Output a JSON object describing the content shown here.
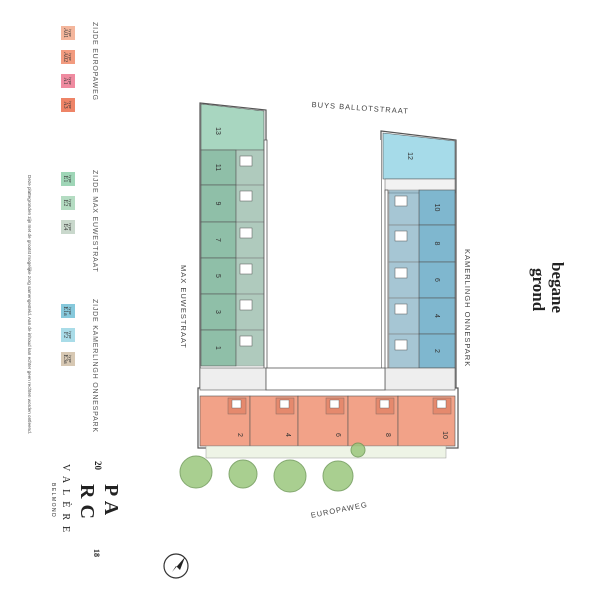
{
  "title": {
    "line1": "begane",
    "line2": "grond"
  },
  "streets": {
    "north": "BUYS BALLOTSTRAAT",
    "west": "MAX EUWESTRAAT",
    "east": "KAMERLINGH ONNESPARK",
    "south": "EUROPAWEG"
  },
  "legend": {
    "groups": [
      {
        "title": "ZIJDE EUROPAWEG",
        "items": [
          {
            "type": "type",
            "code": "A01",
            "color": "#f4b69c"
          },
          {
            "type": "type",
            "code": "A02",
            "color": "#f29b7f"
          },
          {
            "type": "type",
            "code": "A1",
            "color": "#ef8ba0"
          },
          {
            "type": "type",
            "code": "A3",
            "color": "#ee8467"
          }
        ]
      },
      {
        "title": "ZIJDE MAX EUWESTRAAT",
        "items": [
          {
            "type": "type",
            "code": "E1",
            "color": "#9fd6b7"
          },
          {
            "type": "type",
            "code": "E2",
            "color": "#b4dcc2"
          },
          {
            "type": "type",
            "code": "E4",
            "color": "#c9d8cc"
          }
        ]
      },
      {
        "title": "ZIJDE KAMERLINGH ONNESPARK",
        "items": [
          {
            "type": "type",
            "code": "E1a",
            "color": "#86c9dc"
          },
          {
            "type": "type",
            "code": "F2",
            "color": "#a9dce8"
          },
          {
            "type": "type",
            "code": "E3a",
            "color": "#d7c8b3"
          }
        ]
      }
    ]
  },
  "disclaimer": "Deze plattegronden zijn met de grootst mogelijke zorg samengesteld. Aan de inhoud kan echter geen rechten worden ontleend.",
  "logo": {
    "num_left": "20",
    "num_right": "18",
    "line1": "PA",
    "line2": "RC",
    "line3": "VALÈRE",
    "sub": "BELMOND"
  },
  "units": {
    "west": [
      "13",
      "11",
      "9",
      "7",
      "5",
      "3",
      "1"
    ],
    "east": [
      "12",
      "10",
      "8",
      "6",
      "4",
      "2"
    ],
    "south": [
      "2",
      "4",
      "6",
      "8",
      "10"
    ]
  },
  "colors": {
    "west": "#8fbfa8",
    "west_dark": "#6e9f88",
    "west_top": "#a8d6c0",
    "east": "#7fb7cf",
    "east_dark": "#5f98b2",
    "east_top": "#a6dbe9",
    "south": "#f2a288",
    "south_dark": "#e07f63",
    "tree": "#9bc77d",
    "tree_dark": "#6e9a57",
    "wall": "#555555"
  },
  "compass": {
    "label": "north-arrow"
  }
}
